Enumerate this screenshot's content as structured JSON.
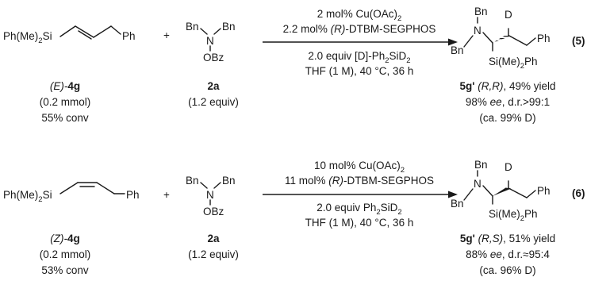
{
  "reactions": [
    {
      "eq_number": "(5)",
      "substrate": {
        "left_group": "Ph(Me)",
        "left_sub": "2",
        "left_si": "Si",
        "right_group": "Ph",
        "label_pre": "(E)-",
        "label_id": "4g",
        "amount": "(0.2 mmol)",
        "conversion": "55% conv"
      },
      "plus": "+",
      "reagent": {
        "bn_left": "Bn",
        "bn_right": "Bn",
        "n": "N",
        "obz": "OBz",
        "label": "2a",
        "equiv": "(1.2 equiv)"
      },
      "conditions": {
        "line1_pre": "2 mol% Cu(OAc)",
        "line1_sub": "2",
        "line2_pre": "2.2 mol% ",
        "line2_ital": "(R)",
        "line2_post": "-DTBM-SEGPHOS",
        "line3_pre": "2.0 equiv [D]-Ph",
        "line3_sub1": "2",
        "line3_mid": "SiD",
        "line3_sub2": "2",
        "line4": "THF (1 M), 40 °C, 36 h"
      },
      "product": {
        "bn_top": "Bn",
        "n": "N",
        "bn_left": "Bn",
        "d": "D",
        "ph": "Ph",
        "si_pre": "Si(Me)",
        "si_sub": "2",
        "si_post": "Ph",
        "label_id": "5g'",
        "stereo": " (R,R)",
        "yield": ", 49% yield",
        "ee_value": "98% ",
        "ee_unit": "ee",
        "dr": ", d.r.>99:1",
        "d_content": "(ca. 99% D)"
      }
    },
    {
      "eq_number": "(6)",
      "substrate": {
        "left_group": "Ph(Me)",
        "left_sub": "2",
        "left_si": "Si",
        "right_group": "Ph",
        "label_pre": "(Z)-",
        "label_id": "4g",
        "amount": "(0.2 mmol)",
        "conversion": "53% conv"
      },
      "plus": "+",
      "reagent": {
        "bn_left": "Bn",
        "bn_right": "Bn",
        "n": "N",
        "obz": "OBz",
        "label": "2a",
        "equiv": "(1.2 equiv)"
      },
      "conditions": {
        "line1_pre": "10 mol% Cu(OAc)",
        "line1_sub": "2",
        "line2_pre": "11 mol% ",
        "line2_ital": "(R)",
        "line2_post": "-DTBM-SEGPHOS",
        "line3_pre": "2.0 equiv Ph",
        "line3_sub1": "2",
        "line3_mid": "SiD",
        "line3_sub2": "2",
        "line4": "THF (1 M), 40 °C, 36 h"
      },
      "product": {
        "bn_top": "Bn",
        "n": "N",
        "bn_left": "Bn",
        "d": "D",
        "ph": "Ph",
        "si_pre": "Si(Me)",
        "si_sub": "2",
        "si_post": "Ph",
        "label_id": "5g'",
        "stereo": " (R,S)",
        "yield": ", 51% yield",
        "ee_value": "88% ",
        "ee_unit": "ee",
        "dr": ", d.r.≈95:4",
        "d_content": "(ca. 96% D)"
      }
    }
  ]
}
